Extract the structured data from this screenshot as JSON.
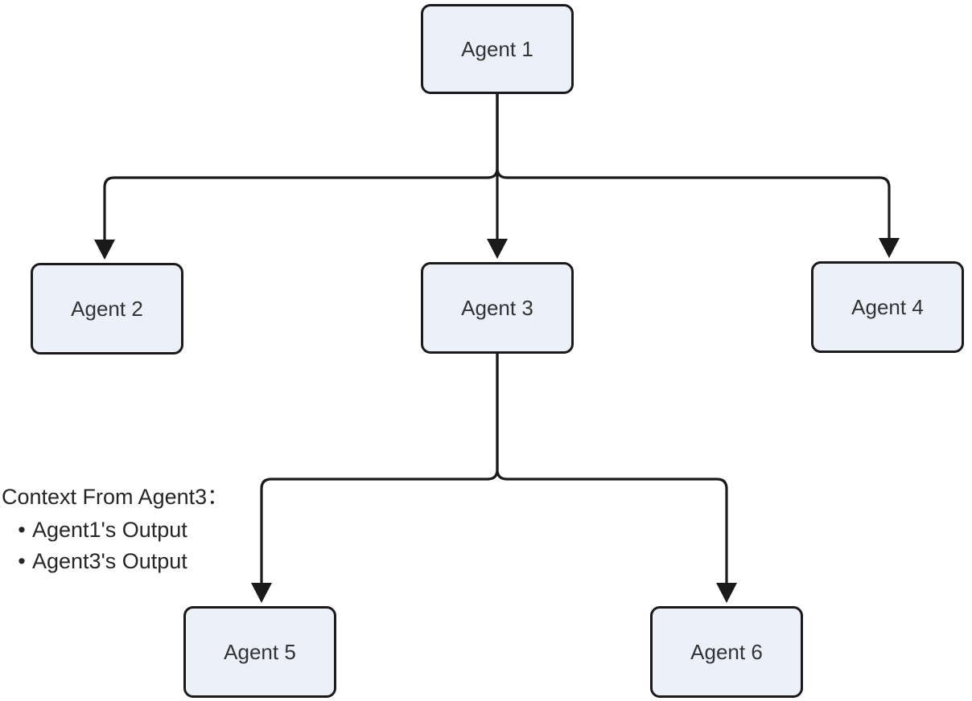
{
  "diagram": {
    "type": "flowchart",
    "colors": {
      "background": "#ffffff",
      "node_fill": "#ECF1F9",
      "node_border": "#1a1a1a",
      "edge_color": "#1a1a1a",
      "text_color": "#333333"
    },
    "nodes": [
      {
        "id": "agent1",
        "label": "Agent 1"
      },
      {
        "id": "agent2",
        "label": "Agent 2"
      },
      {
        "id": "agent3",
        "label": "Agent 3"
      },
      {
        "id": "agent4",
        "label": "Agent 4"
      },
      {
        "id": "agent5",
        "label": "Agent 5"
      },
      {
        "id": "agent6",
        "label": "Agent 6"
      }
    ],
    "edges": [
      {
        "from": "Agent 1",
        "to": "Agent 2",
        "arrow": "down"
      },
      {
        "from": "Agent 1",
        "to": "Agent 3",
        "arrow": "down"
      },
      {
        "from": "Agent 1",
        "to": "Agent 4",
        "arrow": "down"
      },
      {
        "from": "Agent 3",
        "to": "Agent 5",
        "arrow": "down"
      },
      {
        "from": "Agent 3",
        "to": "Agent 6",
        "arrow": "down"
      }
    ],
    "annotation": {
      "title": "Context From Agent3：",
      "bullet": "•",
      "items": [
        "Agent1's Output",
        "Agent3's Output"
      ]
    }
  }
}
